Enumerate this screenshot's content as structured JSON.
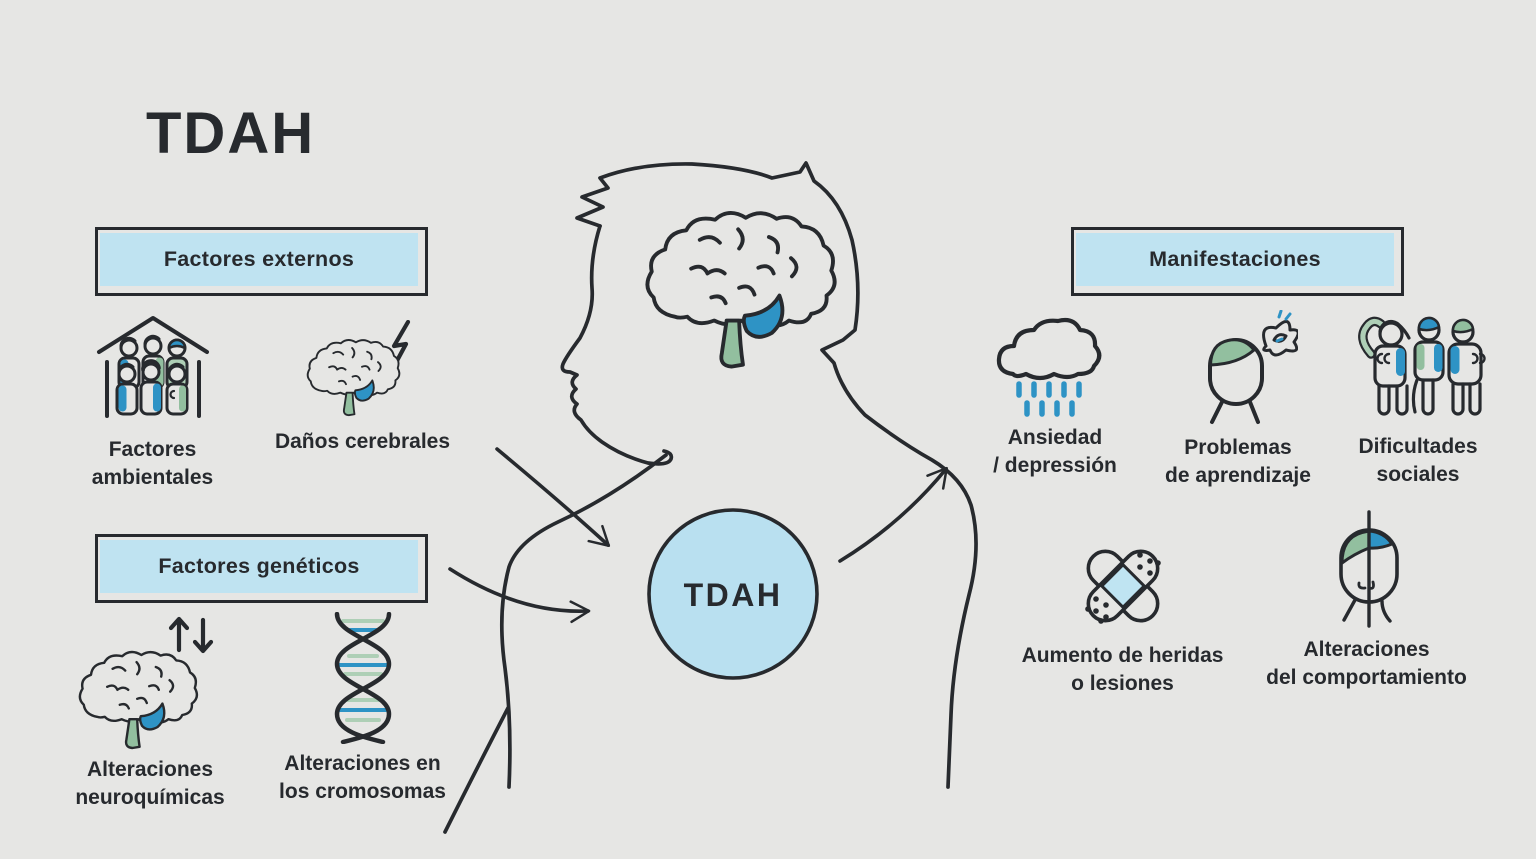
{
  "title": "TDAH",
  "colors": {
    "background": "#e6e6e4",
    "ink": "#272a2e",
    "panel_blue": "#bfe3f1",
    "circle_blue": "#b9e0f0",
    "accent_blue": "#2e93c5",
    "accent_green": "#92bf9f",
    "sage_light": "#aecfb6",
    "pad_blue": "#bfe4f2"
  },
  "diagram": {
    "center_label": "TDAH"
  },
  "sections": {
    "external_factors": {
      "header": "Factores externos",
      "items": [
        {
          "icon": "house-people-icon",
          "label": "Factores\nambientales"
        },
        {
          "icon": "brain-lightning-icon",
          "label": "Daños cerebrales"
        }
      ]
    },
    "genetic_factors": {
      "header": "Factores genéticos",
      "items": [
        {
          "icon": "brain-updown-icon",
          "label": "Alteraciones\nneuroquímicas"
        },
        {
          "icon": "dna-icon",
          "label": "Alteraciones en\nlos cromosomas"
        }
      ]
    },
    "manifestations": {
      "header": "Manifestaciones",
      "items": [
        {
          "icon": "cloud-rain-icon",
          "label": "Ansiedad\n/ depressión"
        },
        {
          "icon": "head-scribble-icon",
          "label": "Problemas\nde aprendizaje"
        },
        {
          "icon": "people-group-icon",
          "label": "Dificultades\nsociales"
        },
        {
          "icon": "crossed-bandages-icon",
          "label": "Aumento de heridas\no lesiones"
        },
        {
          "icon": "split-head-icon",
          "label": "Alteraciones\ndel comportamiento"
        }
      ]
    }
  }
}
